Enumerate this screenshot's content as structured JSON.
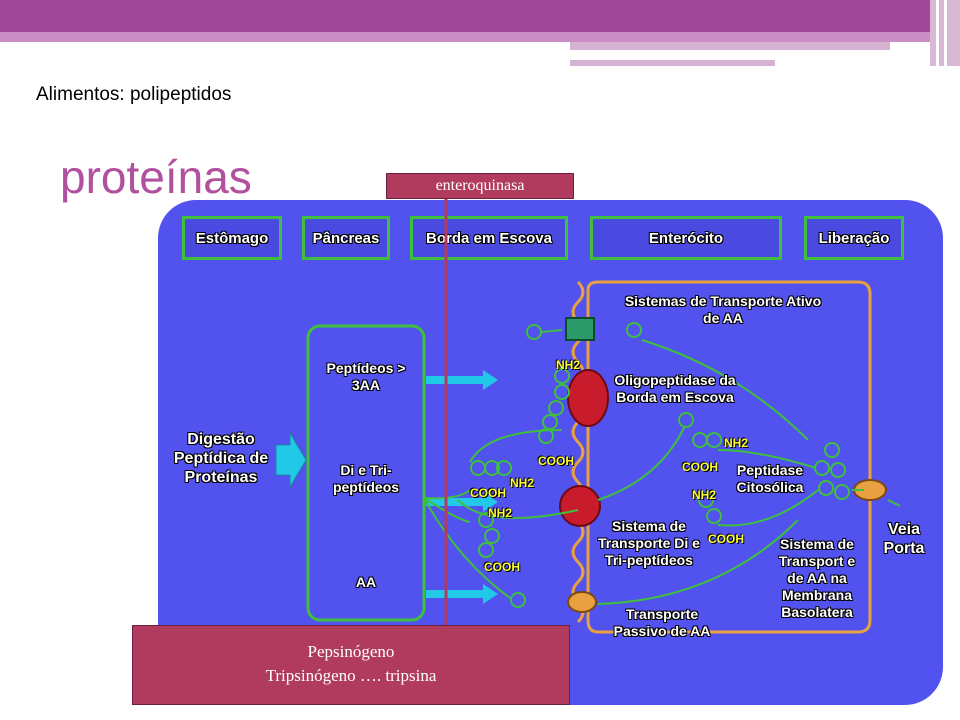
{
  "header": {
    "subtitle": "Alimentos: polipeptidos",
    "title": "proteínas"
  },
  "callouts": {
    "top": "enteroquinasa",
    "bottom_line1": "Pepsinógeno",
    "bottom_line2": "Tripsinógeno   …. tripsina"
  },
  "diagram": {
    "headers": [
      "Estômago",
      "Pâncreas",
      "Borda em Escova",
      "Enterócito",
      "Liberação"
    ],
    "left_label": "Digestão Peptídica de Proteínas",
    "box_items": [
      "Peptídeos > 3AA",
      "Di e Tri-peptídeos",
      "AA"
    ],
    "labels": {
      "active_transport": "Sistemas de Transporte Ativo de AA",
      "oligopeptidase": "Oligopeptidase da Borda em Escova",
      "peptidase": "Peptidase Citosólica",
      "di_tri_system": "Sistema de Transporte Di e Tri-peptídeos",
      "passive": "Transporte Passivo de AA",
      "basolateral": "Sistema de Transport e de AA na Membrana Basolatera",
      "veia_porta": "Veia Porta"
    },
    "chem": {
      "nh2": "NH2",
      "cooh": "COOH"
    }
  }
}
